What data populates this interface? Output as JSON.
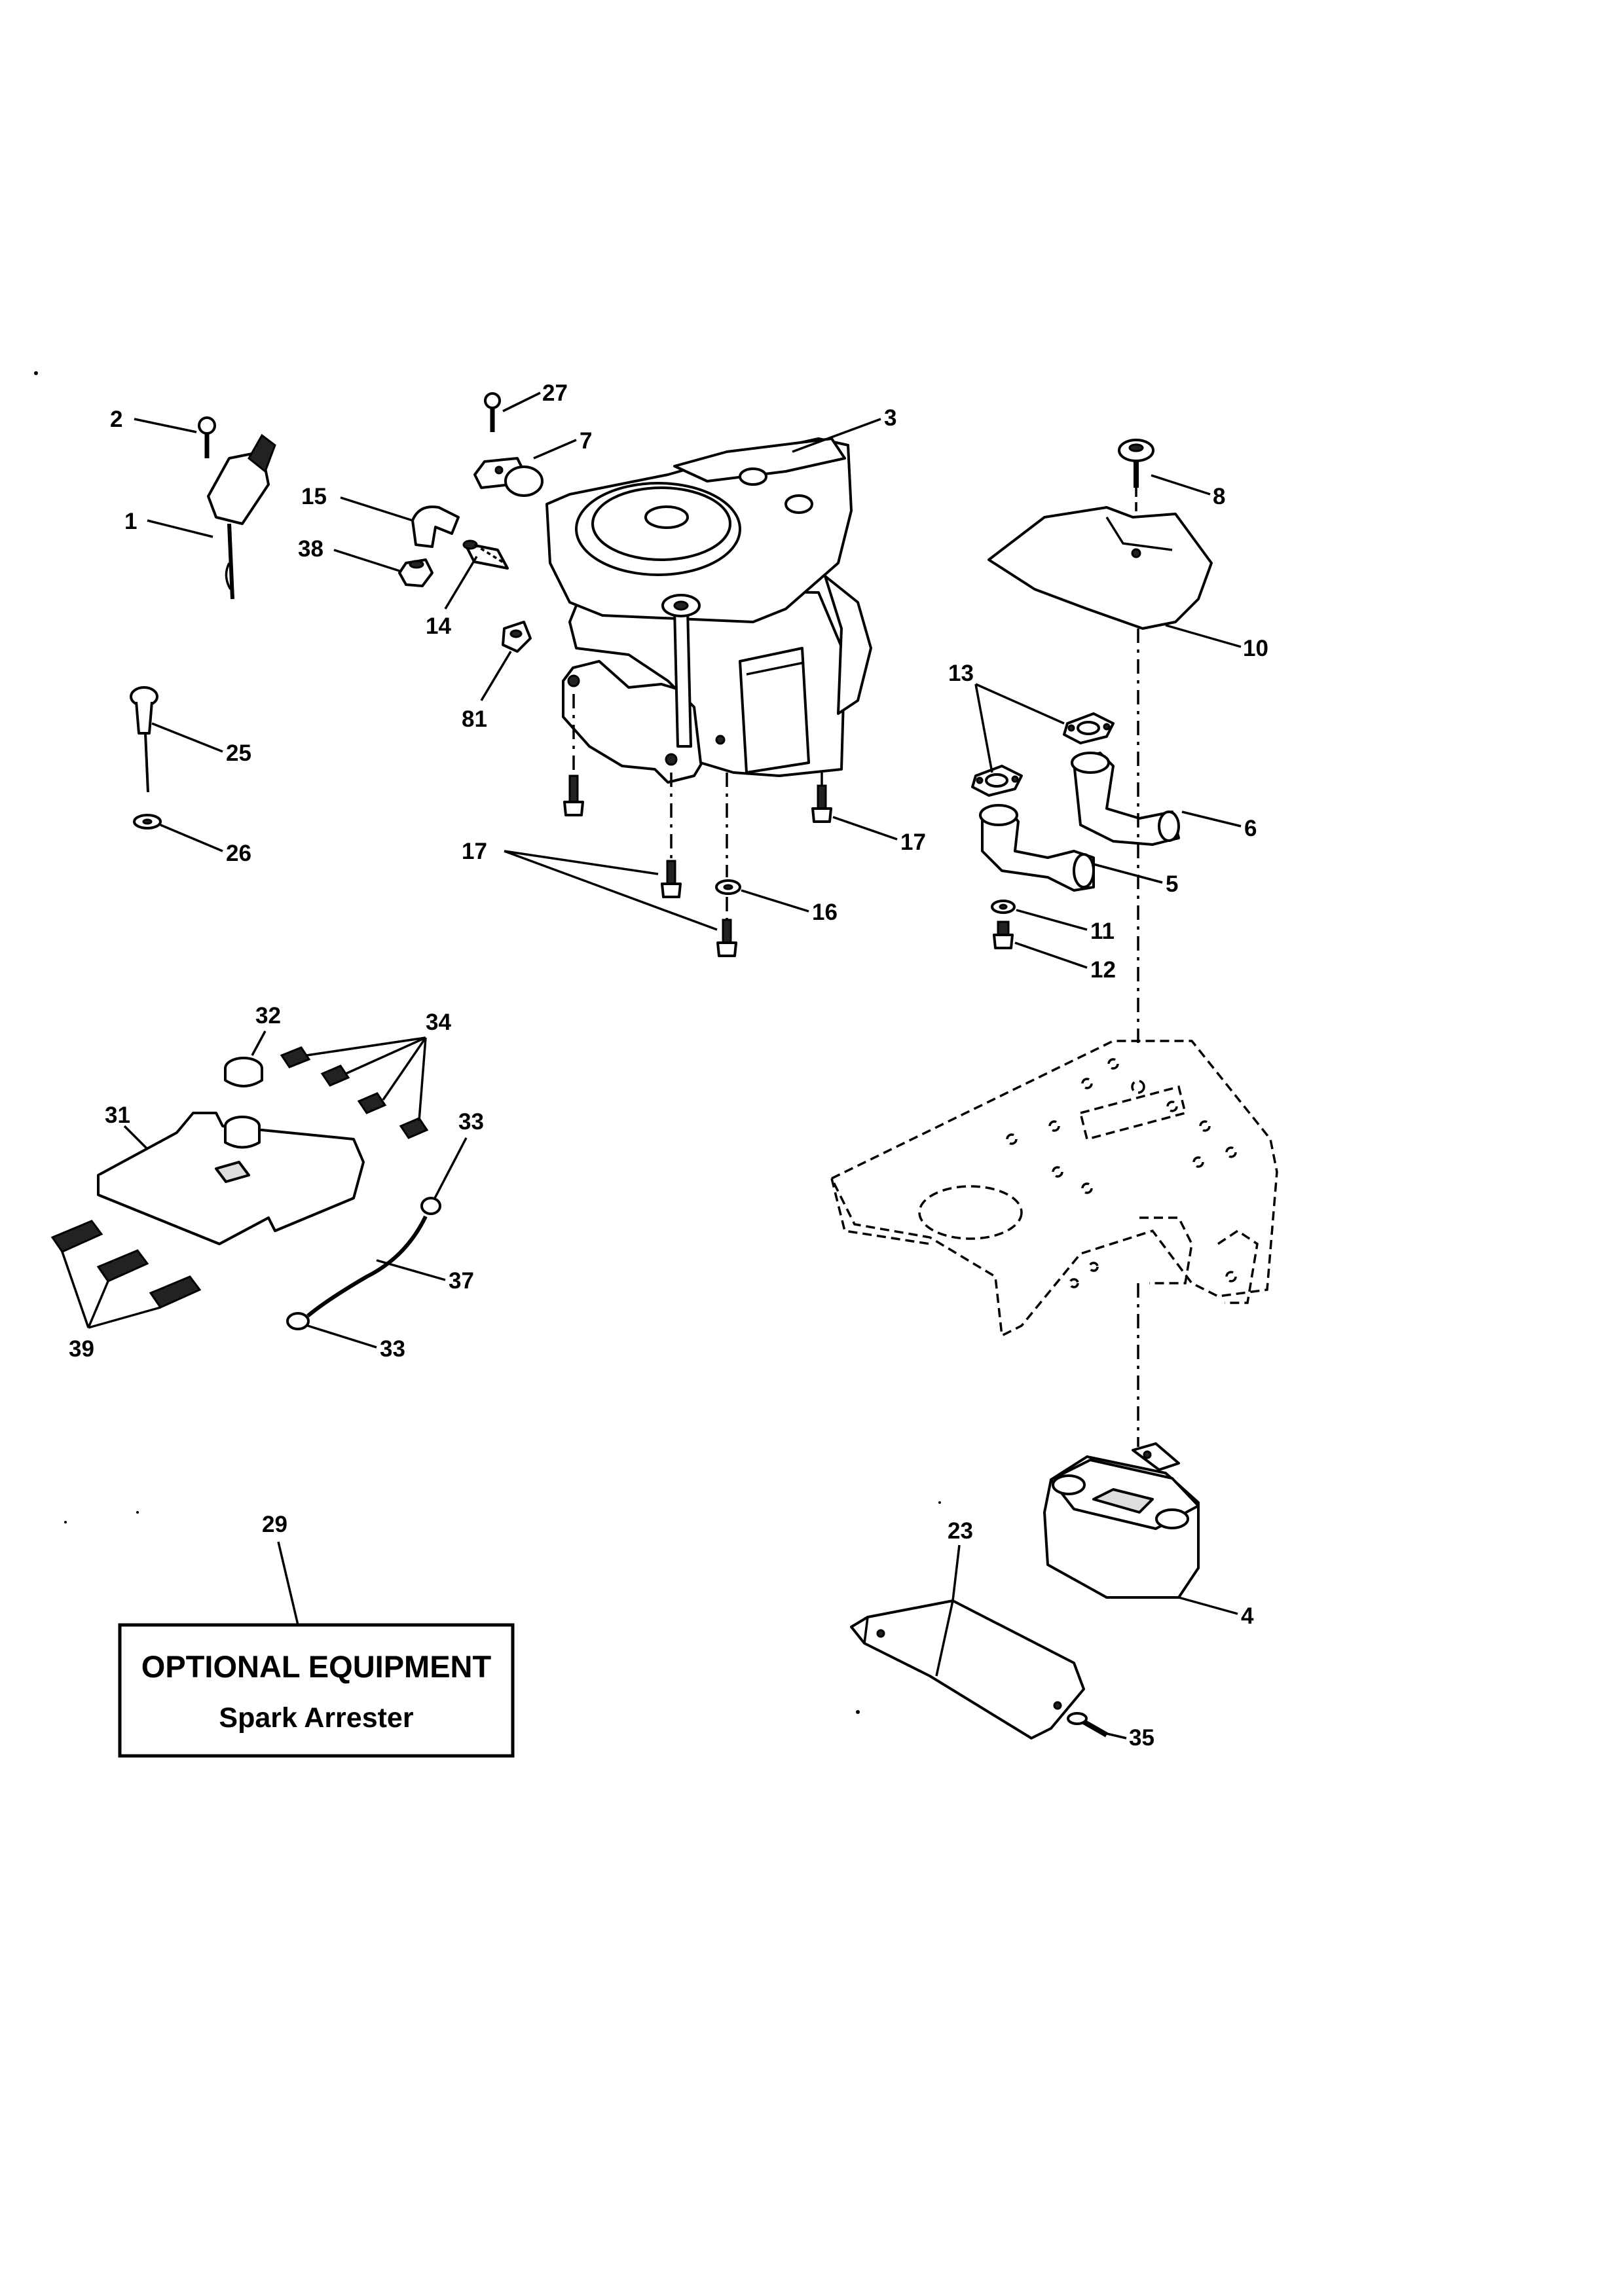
{
  "callouts": {
    "c1": "1",
    "c2": "2",
    "c3": "3",
    "c4": "4",
    "c5": "5",
    "c6": "6",
    "c7": "7",
    "c8": "8",
    "c10": "10",
    "c11": "11",
    "c12": "12",
    "c13": "13",
    "c14": "14",
    "c15": "15",
    "c16": "16",
    "c17a": "17",
    "c17b": "17",
    "c23": "23",
    "c25": "25",
    "c26": "26",
    "c27": "27",
    "c29": "29",
    "c31": "31",
    "c32": "32",
    "c33a": "33",
    "c33b": "33",
    "c34": "34",
    "c35": "35",
    "c37": "37",
    "c38": "38",
    "c39": "39",
    "c81": "81"
  },
  "optional_box": {
    "title": "OPTIONAL EQUIPMENT",
    "subtitle": "Spark Arrester"
  }
}
